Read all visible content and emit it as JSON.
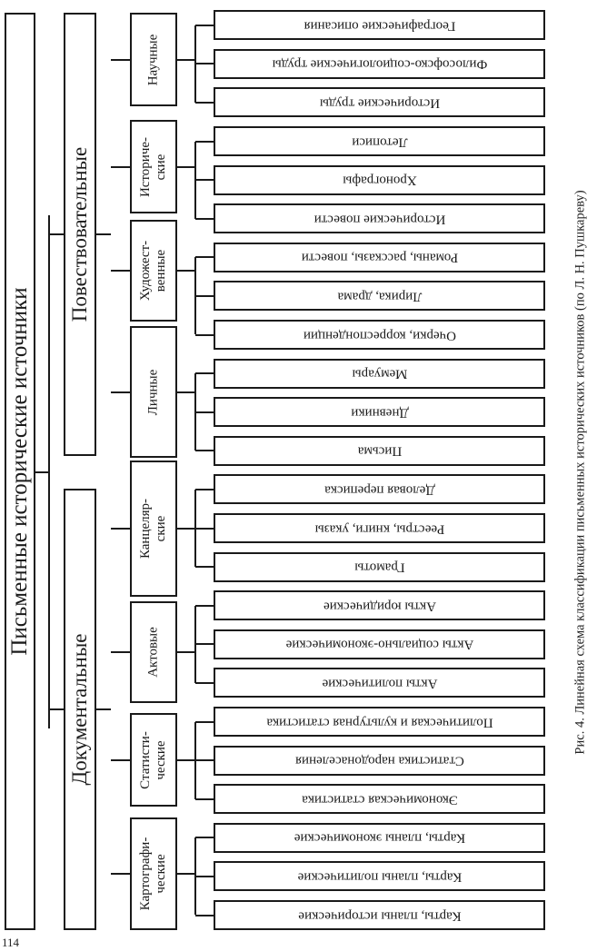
{
  "root": "Письменные исторические источники",
  "level1": [
    "Документальные",
    "Повествовательные"
  ],
  "groups": [
    {
      "label": "Картографи-\nческие",
      "items": [
        "Карты, планы исторические",
        "Карты, планы политические",
        "Карты, планы экономические"
      ]
    },
    {
      "label": "Статисти-\nческие",
      "items": [
        "Экономическая статистика",
        "Статистика народонаселения",
        "Политическая и культурная статистика"
      ]
    },
    {
      "label": "Актовые",
      "items": [
        "Акты политические",
        "Акты социально-экономические",
        "Акты юридические"
      ]
    },
    {
      "label": "Канцеляр-\nские",
      "items": [
        "Грамоты",
        "Реестры, книги, указы",
        "Деловая переписка"
      ]
    },
    {
      "label": "Личные",
      "items": [
        "Письма",
        "Дневники",
        "Мемуары"
      ]
    },
    {
      "label": "Художест-\nвенные",
      "items": [
        "Очерки, корреспонденции",
        "Лирика, драма",
        "Романы, рассказы, повести"
      ]
    },
    {
      "label": "Историче-\nские",
      "items": [
        "Исторические повести",
        "Хронографы",
        "Летописи"
      ]
    },
    {
      "label": "Научные",
      "items": [
        "Исторические труды",
        "Философско-социологические труды",
        "Географические описания"
      ]
    }
  ],
  "caption": "Рис. 4. Линейная схема классификации письменных исторических источников (по Л. Н. Пушкареву)",
  "page_number": "114"
}
